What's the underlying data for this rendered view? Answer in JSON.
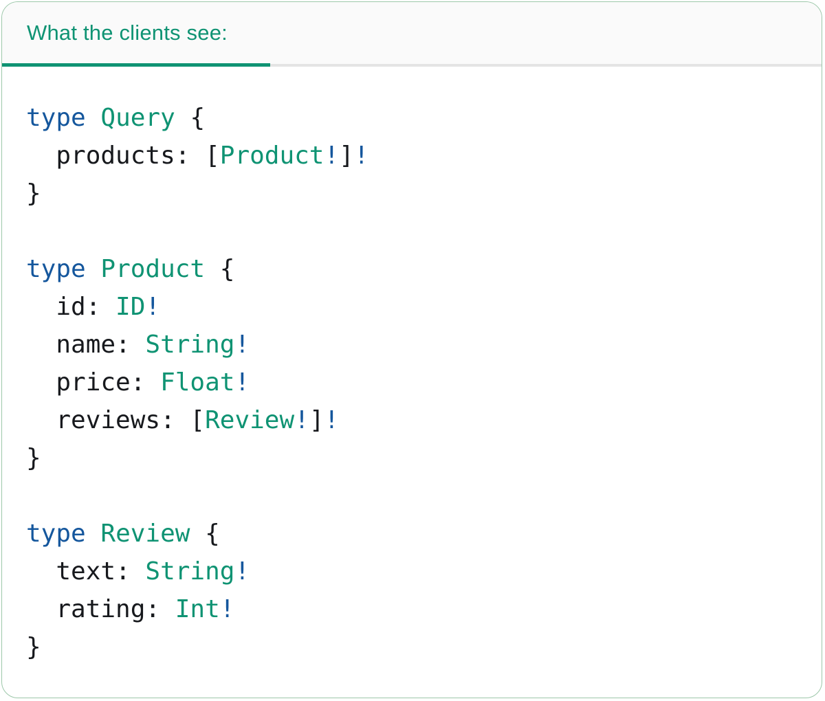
{
  "header": {
    "tab_label": "What the clients see:"
  },
  "colors": {
    "accent_teal": "#0F9373",
    "keyword_blue": "#15579D",
    "code_plain": "#17191D",
    "header_divider": "#E4E4E4",
    "header_bg": "#FAFAFA",
    "body_bg": "#FFFFFF",
    "card_border": "#9CC7A9"
  },
  "code": {
    "language": "graphql",
    "plain_text": "type Query {\n  products: [Product!]!\n}\n\ntype Product {\n  id: ID!\n  name: String!\n  price: Float!\n  reviews: [Review!]!\n}\n\ntype Review {\n  text: String!\n  rating: Int!\n}",
    "lines": [
      [
        {
          "t": "type",
          "c": "kw"
        },
        {
          "t": " ",
          "c": "pl"
        },
        {
          "t": "Query",
          "c": "ty"
        },
        {
          "t": " {",
          "c": "pl"
        }
      ],
      [
        {
          "t": "  products: [",
          "c": "pl"
        },
        {
          "t": "Product",
          "c": "ty"
        },
        {
          "t": "!",
          "c": "kw"
        },
        {
          "t": "]",
          "c": "pl"
        },
        {
          "t": "!",
          "c": "kw"
        }
      ],
      [
        {
          "t": "}",
          "c": "pl"
        }
      ],
      [],
      [
        {
          "t": "type",
          "c": "kw"
        },
        {
          "t": " ",
          "c": "pl"
        },
        {
          "t": "Product",
          "c": "ty"
        },
        {
          "t": " {",
          "c": "pl"
        }
      ],
      [
        {
          "t": "  id: ",
          "c": "pl"
        },
        {
          "t": "ID",
          "c": "ty"
        },
        {
          "t": "!",
          "c": "kw"
        }
      ],
      [
        {
          "t": "  name: ",
          "c": "pl"
        },
        {
          "t": "String",
          "c": "ty"
        },
        {
          "t": "!",
          "c": "kw"
        }
      ],
      [
        {
          "t": "  price: ",
          "c": "pl"
        },
        {
          "t": "Float",
          "c": "ty"
        },
        {
          "t": "!",
          "c": "kw"
        }
      ],
      [
        {
          "t": "  reviews: [",
          "c": "pl"
        },
        {
          "t": "Review",
          "c": "ty"
        },
        {
          "t": "!",
          "c": "kw"
        },
        {
          "t": "]",
          "c": "pl"
        },
        {
          "t": "!",
          "c": "kw"
        }
      ],
      [
        {
          "t": "}",
          "c": "pl"
        }
      ],
      [],
      [
        {
          "t": "type",
          "c": "kw"
        },
        {
          "t": " ",
          "c": "pl"
        },
        {
          "t": "Review",
          "c": "ty"
        },
        {
          "t": " {",
          "c": "pl"
        }
      ],
      [
        {
          "t": "  text: ",
          "c": "pl"
        },
        {
          "t": "String",
          "c": "ty"
        },
        {
          "t": "!",
          "c": "kw"
        }
      ],
      [
        {
          "t": "  rating: ",
          "c": "pl"
        },
        {
          "t": "Int",
          "c": "ty"
        },
        {
          "t": "!",
          "c": "kw"
        }
      ],
      [
        {
          "t": "}",
          "c": "pl"
        }
      ]
    ]
  }
}
